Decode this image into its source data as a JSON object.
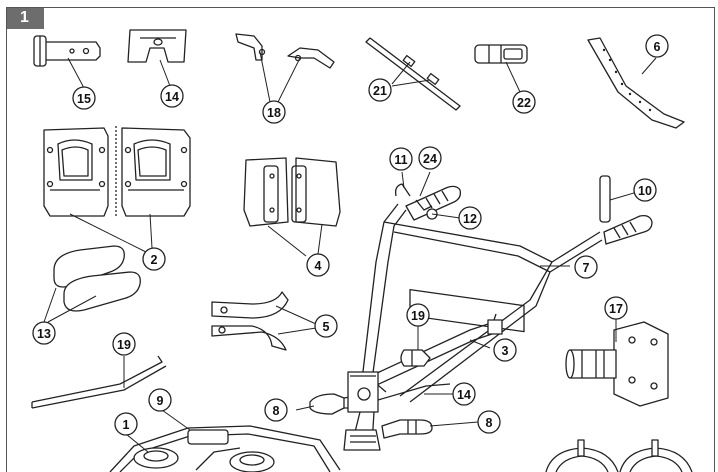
{
  "figure_number": "1",
  "callouts": [
    "15",
    "14",
    "18",
    "21",
    "22",
    "6",
    "2",
    "4",
    "11",
    "24",
    "10",
    "12",
    "7",
    "13",
    "5",
    "17",
    "19",
    "3",
    "19",
    "9",
    "14",
    "1",
    "8",
    "8"
  ]
}
